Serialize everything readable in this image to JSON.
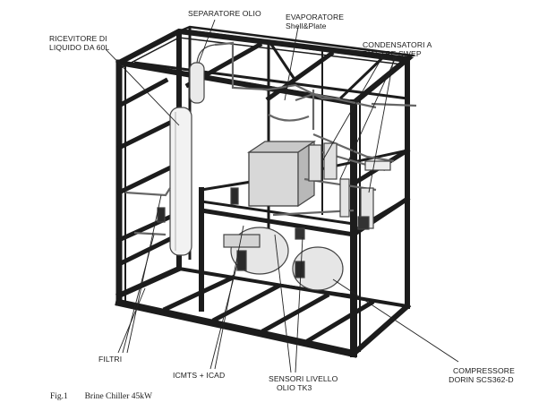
{
  "labels": {
    "separatore_olio": "SEPARATORE OLIO",
    "evaporatore_line1": "EVAPORATORE",
    "evaporatore_line2": "Shell&Plate",
    "ricevitore_line1": "RICEVITORE DI",
    "ricevitore_line2": "LIQUIDO DA 60L",
    "condensatori_line1": "CONDENSATORI A",
    "condensatori_line2": "PIASTRE SWEP",
    "filtri": "FILTRI",
    "icmts": "ICMTS + ICAD",
    "sensori_line1": "SENSORI LIVELLO",
    "sensori_line2": "OLIO TK3",
    "compressore_line1": "COMPRESSORE",
    "compressore_line2": "DORIN SCS362-D"
  },
  "caption": {
    "fig_number": "Fig.1",
    "fig_title": "Brine Chiller 45kW"
  },
  "colors": {
    "frame": "#1c1c1c",
    "ink": "#1a1a1a",
    "equipment_fill": "#eeeeee",
    "background": "#ffffff"
  }
}
